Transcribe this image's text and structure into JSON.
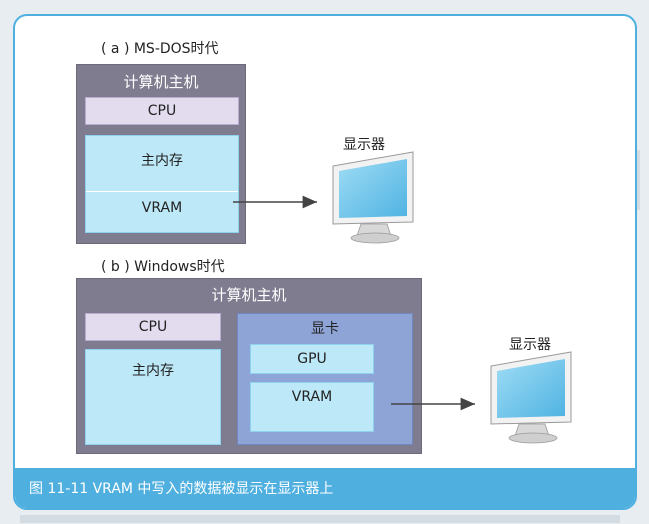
{
  "section_a": {
    "label": "( a ) MS-DOS时代",
    "host_title": "计算机主机",
    "cpu": "CPU",
    "main_memory": "主内存",
    "vram": "VRAM",
    "monitor_label": "显示器"
  },
  "section_b": {
    "label": "( b ) Windows时代",
    "host_title": "计算机主机",
    "cpu": "CPU",
    "main_memory": "主内存",
    "graphics_card": "显卡",
    "gpu": "GPU",
    "vram": "VRAM",
    "monitor_label": "显示器"
  },
  "caption": "图 11-11   VRAM 中写入的数据被显示在显示器上",
  "colors": {
    "accent": "#4fb0e0",
    "host": "#807c90",
    "cpu_box": "#e3dcef",
    "memory_box": "#bde8f8",
    "graphics_card": "#8ea4d6"
  }
}
